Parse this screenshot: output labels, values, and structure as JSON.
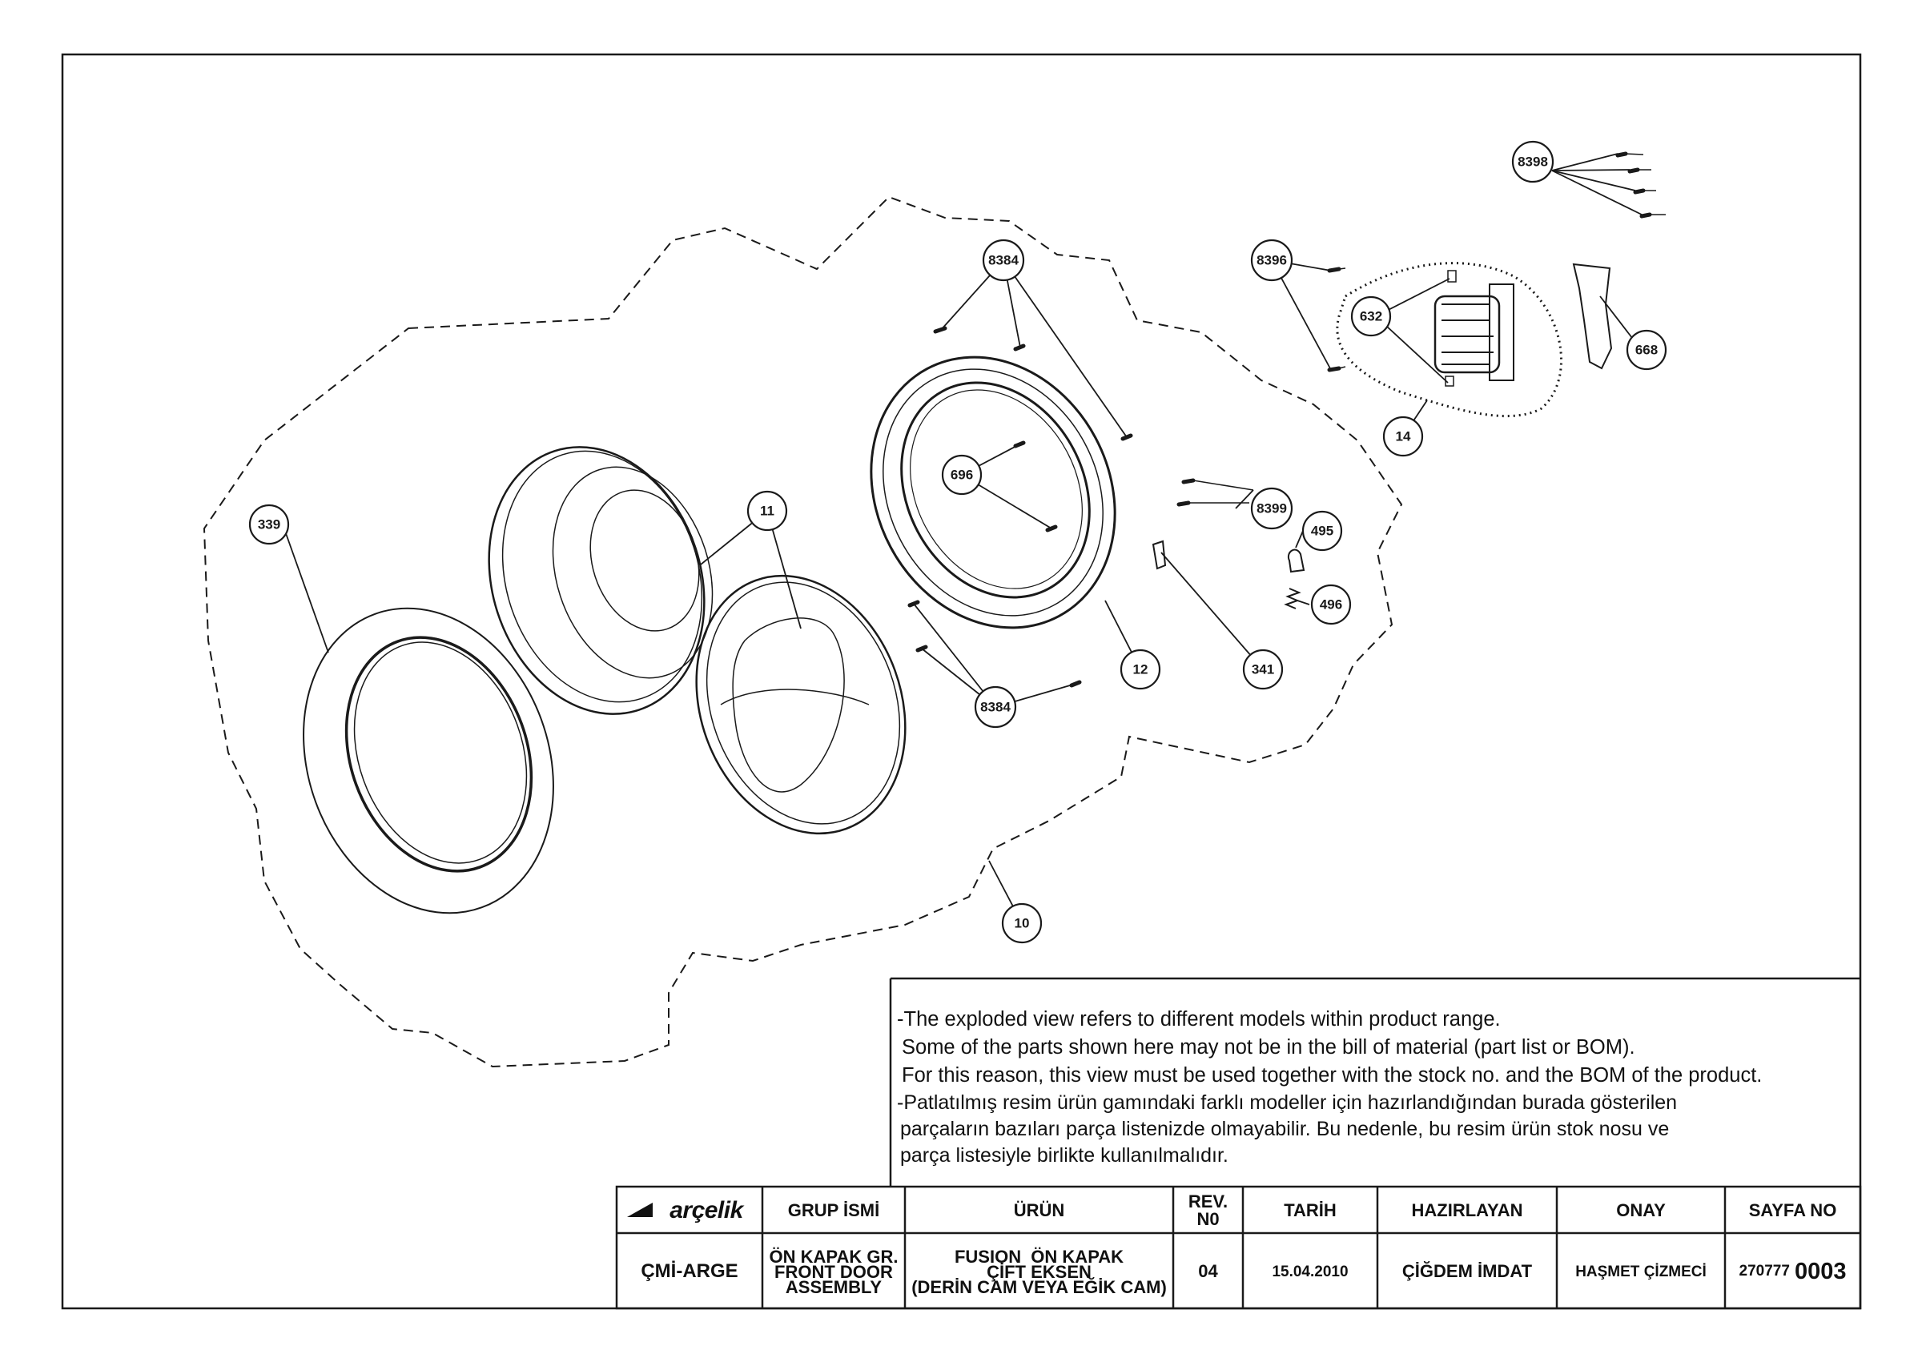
{
  "callouts": {
    "c8398": "8398",
    "c8396": "8396",
    "c632": "632",
    "c668": "668",
    "c14": "14",
    "c8384_top": "8384",
    "c696": "696",
    "c8399": "8399",
    "c495": "495",
    "c496": "496",
    "c339": "339",
    "c11": "11",
    "c12": "12",
    "c341": "341",
    "c8384_bottom": "8384",
    "c10": "10"
  },
  "notes": {
    "en_line1": "-The exploded view refers to different models within product range.",
    "en_line2": "Some of the parts shown here may not be in the bill of material (part list or BOM).",
    "en_line3": "For this reason, this view must be used together with the stock no. and the BOM of the product.",
    "tr_line1": "-Patlatılmış resim ürün gamındaki farklı modeller için hazırlandığından burada gösterilen",
    "tr_line2": "parçaların bazıları parça listenizde olmayabilir. Bu nedenle, bu resim ürün stok nosu ve",
    "tr_line3": "parça listesiyle birlikte kullanılmalıdır."
  },
  "title_block": {
    "brand": "arçelik",
    "brand_icon": "arcelik-logo-mark",
    "headers": {
      "group_name": "GRUP İSMİ",
      "product": "ÜRÜN",
      "rev_no_1": "REV.",
      "rev_no_2": "N0",
      "date": "TARİH",
      "prepared_by": "HAZIRLAYAN",
      "approval": "ONAY",
      "page_no": "SAYFA NO"
    },
    "values": {
      "department": "ÇMİ-ARGE",
      "group_name_1": "ÖN KAPAK GR.",
      "group_name_2": "FRONT DOOR",
      "group_name_3": "ASSEMBLY",
      "product_1": "FUSION  ÖN KAPAK",
      "product_2": "ÇİFT EKSEN",
      "product_3": "(DERİN CAM VEYA EĞİK CAM)",
      "rev_no": "04",
      "date": "15.04.2010",
      "prepared_by": "ÇİĞDEM İMDAT",
      "approval": "HAŞMET ÇİZMECİ",
      "page_no_prefix": "270777",
      "page_no_suffix": "0003"
    }
  }
}
